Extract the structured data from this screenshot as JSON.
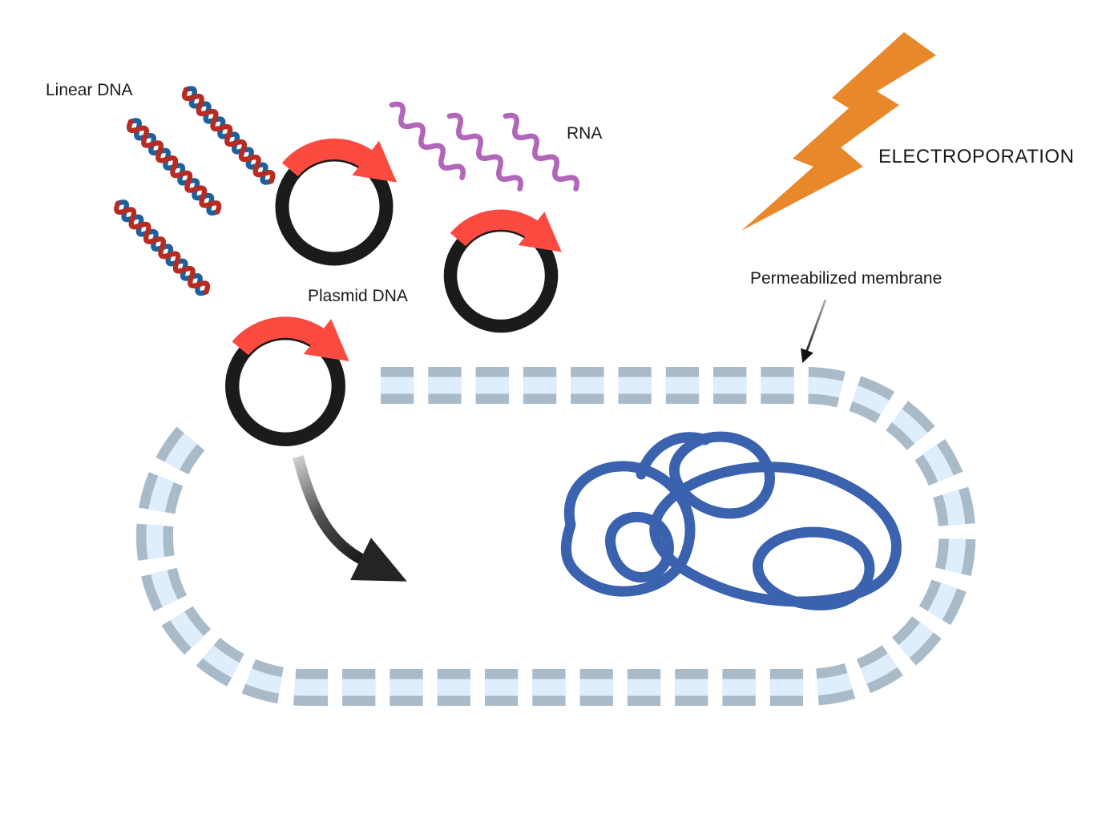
{
  "diagram": {
    "labels": {
      "linear_dna": "Linear DNA",
      "plasmid_dna": "Plasmid DNA",
      "rna": "RNA",
      "electroporation": "ELECTROPORATION",
      "permeabilized_membrane": "Permeabilized membrane"
    },
    "elements": {
      "linear_dna_strand_count": 3,
      "plasmid_count": 3,
      "rna_molecule_count": 3,
      "lightning_bolt_icon": "electroporation-pulse",
      "cell_membrane": "dashed permeabilized lipid bilayer capsule",
      "genomic_dna": "tangled chromosomal DNA inside cell",
      "entry_arrow": "plasmid entering cell through membrane pore",
      "pointer_arrow": "label arrow pointing at membrane"
    },
    "colors": {
      "background": "#FFFFFF",
      "text": "#1A1A1A",
      "bolt_orange": "#E8882B",
      "plasmid_ring_black": "#1B1B1B",
      "plasmid_arrow_red": "#FB4B41",
      "helix_red": "#B72C22",
      "helix_blue": "#1F609A",
      "rna_purple": "#B266BA",
      "genomic_dna_blue": "#3A62AE",
      "membrane_gray": "#A9BAC9",
      "membrane_light_blue": "#DFEEFC"
    }
  }
}
